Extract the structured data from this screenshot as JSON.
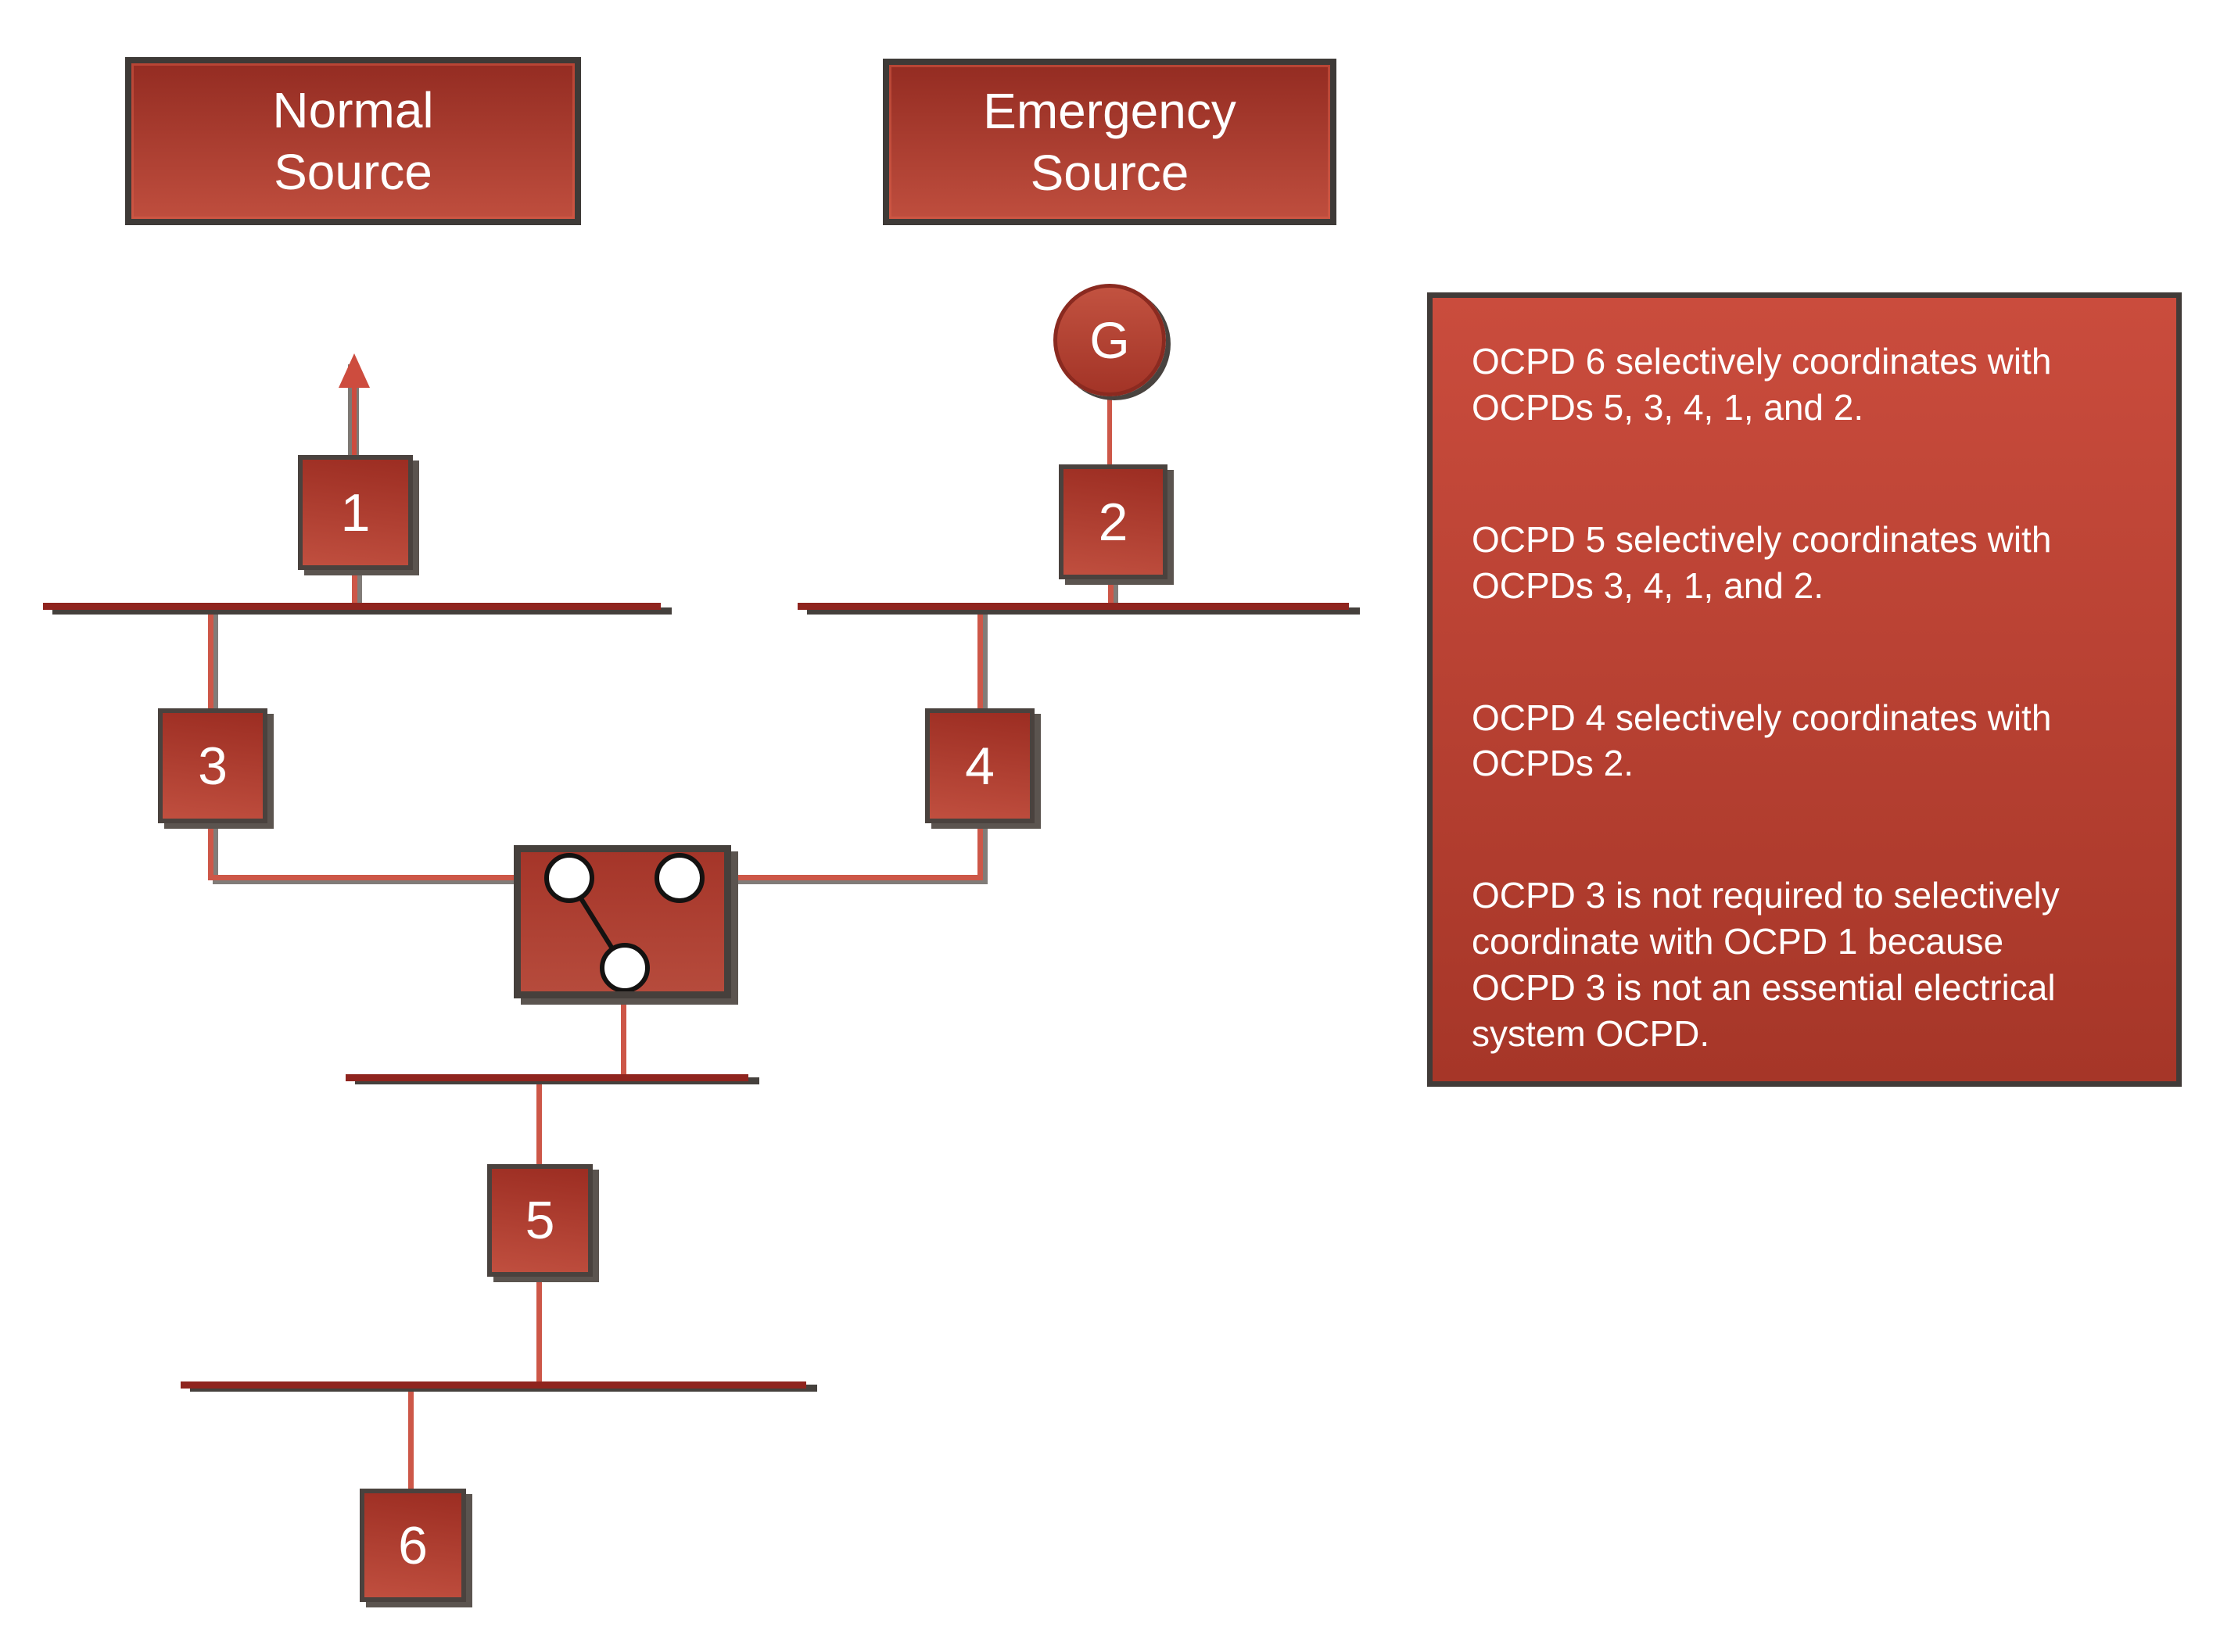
{
  "colors": {
    "box_top": "#942c22",
    "box_bot": "#bf4e3e",
    "border_dark": "#3e3a37",
    "line_red": "#cd5748",
    "line_gray": "#817c78",
    "bus_red": "#8f241e",
    "bus_shadow": "#45403c",
    "panel_top": "#ca4c3d",
    "panel_bot": "#a63628",
    "arrow_red": "#cd4c3e",
    "switch_border": "#46403c",
    "circle_top": "#c25240",
    "circle_bot": "#a33427",
    "text_white": "#ffffff"
  },
  "sources": {
    "normal": {
      "line1": "Normal",
      "line2": "Source"
    },
    "emergency": {
      "line1": "Emergency",
      "line2": "Source"
    }
  },
  "generator": {
    "label": "G"
  },
  "ocpds": {
    "b1": "1",
    "b2": "2",
    "b3": "3",
    "b4": "4",
    "b5": "5",
    "b6": "6"
  },
  "notes": {
    "p1": [
      "OCPD 6 selectively coordinates with",
      "OCPDs 5, 3, 4, 1, and 2."
    ],
    "p2": [
      "OCPD 5 selectively  coordinates with",
      "OCPDs 3, 4, 1, and 2."
    ],
    "p3": [
      "OCPD 4 selectively coordinates with",
      "OCPDs 2."
    ],
    "p4": [
      "OCPD 3 is not required to selectively",
      "coordinate with OCPD 1 because",
      "OCPD 3 is not an essential electrical",
      "system OCPD."
    ]
  }
}
